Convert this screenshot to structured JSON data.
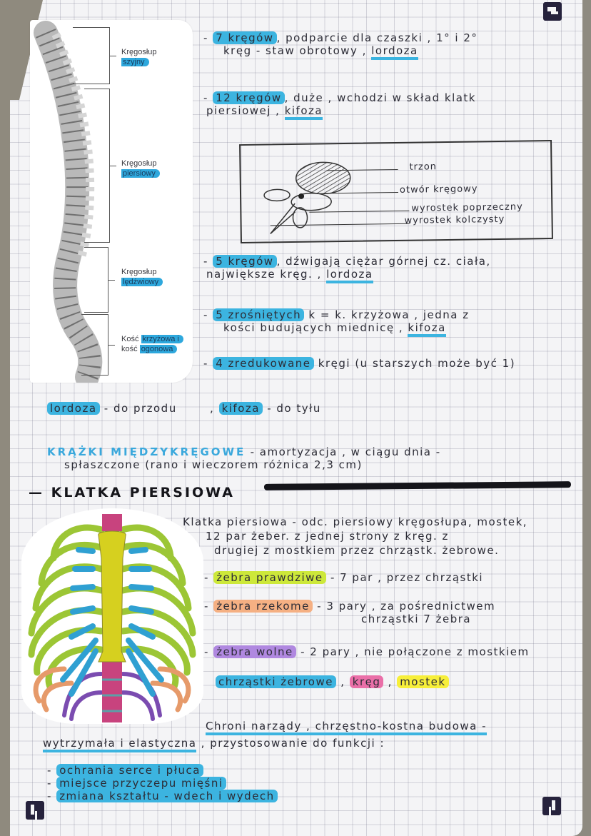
{
  "page": {
    "background": "#f4f4f6",
    "grid_color": "#c8c8d4"
  },
  "spine_figure": {
    "labels": [
      {
        "line1": "Kręgosłup",
        "tag": "szyjny"
      },
      {
        "line1": "Kręgosłup",
        "tag": "piersiowy"
      },
      {
        "line1": "Kręgosłup",
        "tag": "lędźwiowy"
      },
      {
        "line1a": "Kość",
        "tag1": "krzyżowa i",
        "line2a": "kość",
        "tag2": "ogonowa"
      }
    ]
  },
  "spine_notes": [
    {
      "highlight": "7 kręgów",
      "line1_rest": ", podparcie dla czaszki , 1° i 2°",
      "line2": "kręg - staw obrotowy ,",
      "underlined": "lordoza"
    },
    {
      "highlight": "12 kręgów",
      "line1_rest": ", duże , wchodzi w skład klatk",
      "line2": "piersiowej ,",
      "underlined": "kifoza"
    },
    {
      "highlight": "5 kręgów",
      "line1_rest": ", dźwigają ciężar górnej cz. ciała,",
      "line2": "największe kręg. ,",
      "underlined": "lordoza"
    },
    {
      "highlight": "5 zrośniętych",
      "line1_rest": "k = k. krzyżowa , jedna z",
      "line2": "kości budujących miednicę ,",
      "underlined": "kifoza"
    },
    {
      "highlight": "4 zredukowane",
      "line1_rest": "kręgi (u starszych może być 1)"
    }
  ],
  "vertebra_diagram": {
    "labels": [
      "trzon",
      "otwór kręgowy",
      "wyrostek poprzeczny",
      "wyrostek kolczysty"
    ]
  },
  "curvature_note": {
    "lordoza_label": "lordoza",
    "lordoza_text": "- do przodu",
    "separator": ",",
    "kifoza_label": "kifoza",
    "kifoza_text": "- do tyłu"
  },
  "discs_note": {
    "title": "KRĄŻKI MIĘDZYKRĘGOWE",
    "line1_rest": "- amortyzacja , w ciągu dnia -",
    "line2": "spłaszczone (rano i wieczorem różnica 2,3 cm)"
  },
  "rib_cage_section": {
    "heading": "— KLATKA PIERSIOWA",
    "intro_lines": [
      "Klatka piersiowa - odc. piersiowy kręgosłupa, mostek,",
      "12 par żeber. z jednej strony z kręg. z",
      "drugiej z mostkiem przez chrząstk. żebrowe."
    ],
    "ribs": [
      {
        "label": "żebra prawdziwe",
        "color": "#cde83a",
        "text": "- 7 par , przez chrząstki"
      },
      {
        "label": "żebra rzekome",
        "color": "#f5b083",
        "text": "- 3 pary , za pośrednictwem",
        "text2": "chrząstki 7 żebra"
      },
      {
        "label": "żebra wolne",
        "color": "#b088e0",
        "text": "- 2 pary , nie połączone z mostkiem"
      }
    ],
    "legend": [
      {
        "label": "chrząstki żebrowe",
        "color": "#3cb4e0"
      },
      {
        "label": "kręg",
        "color": "#ea6fa8"
      },
      {
        "label": "mostek",
        "color": "#f7ef3a"
      }
    ],
    "summary_line1": "Chroni narządy , chrzęstno-kostna budowa -",
    "summary_line2a": "wytrzymała i elastyczna",
    "summary_line2b": ", przystosowanie do funkcji :",
    "functions": [
      "ochrania serce i płuca",
      "miejsce przyczepu mięśni",
      "zmiana kształtu - wdech i wydech"
    ]
  }
}
